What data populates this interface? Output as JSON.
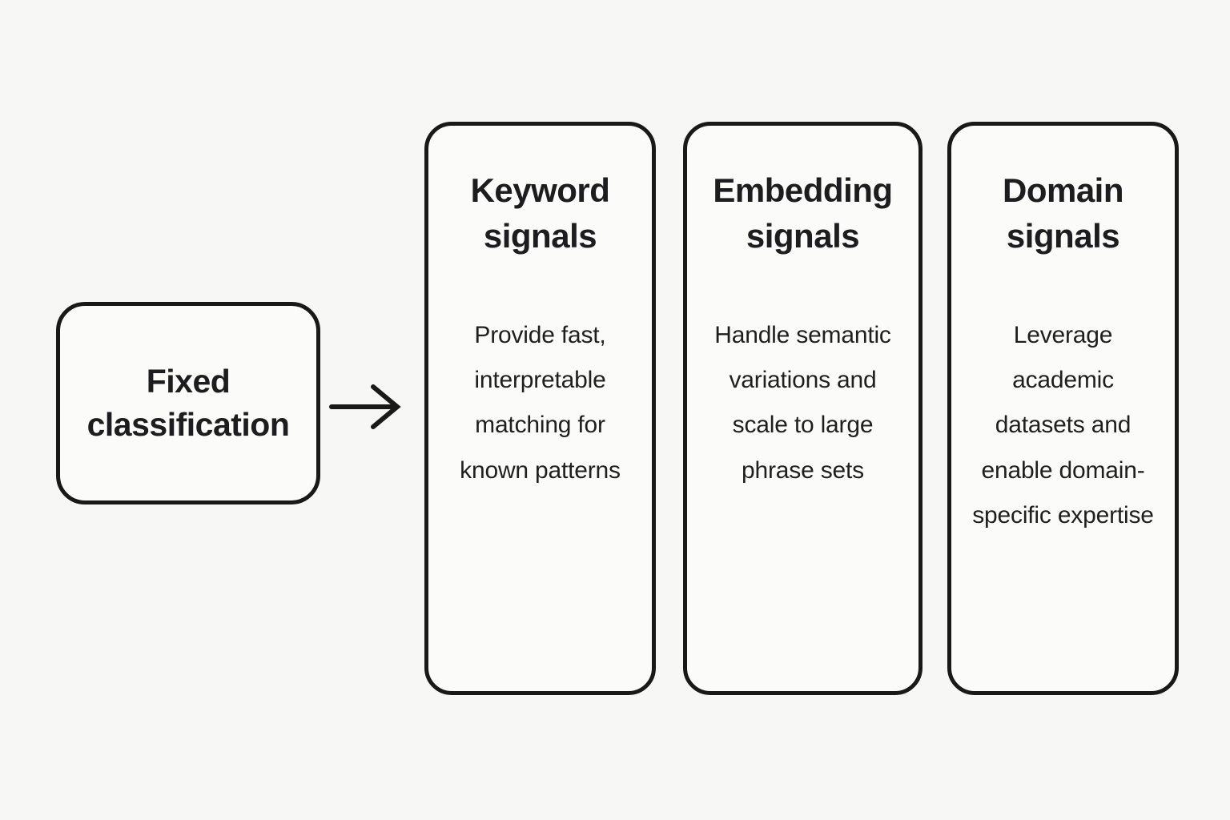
{
  "diagram": {
    "source_node": {
      "label": "Fixed classification"
    },
    "connector": {
      "type": "right-arrow"
    },
    "cards": [
      {
        "title": "Keyword signals",
        "body": "Provide fast, interpretable matching for known patterns"
      },
      {
        "title": "Embedding signals",
        "body": "Handle semantic variations and scale to large phrase sets"
      },
      {
        "title": "Domain signals",
        "body": "Leverage academic datasets and enable domain-specific expertise"
      }
    ],
    "colors": {
      "background": "#f7f7f5",
      "node_background": "#fbfbfa",
      "border": "#191919",
      "text": "#1d1d1f"
    }
  }
}
